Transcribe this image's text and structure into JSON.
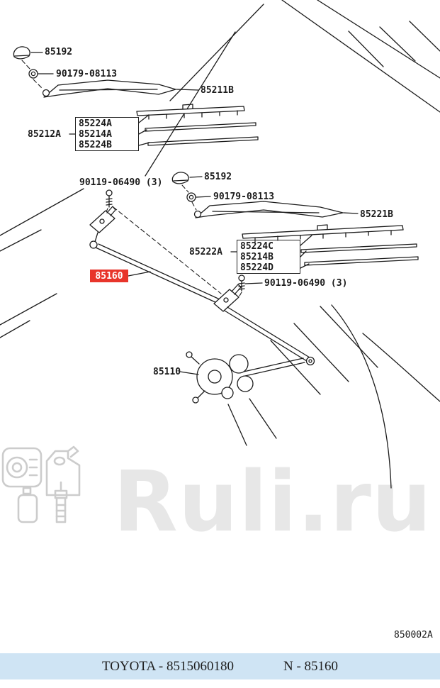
{
  "watermark": {
    "text": "Ruli.ru"
  },
  "diagram_code": "850002A",
  "footer": {
    "left": "TOYOTA - 8515060180",
    "right": "N - 85160"
  },
  "colors": {
    "highlight_red": "#e8352b",
    "footer_bg": "#cfe4f4",
    "watermark_gray": "#e7e7e7"
  },
  "parts": {
    "cap1": "85192",
    "nut1": "90179-08113",
    "arm1": "85211B",
    "group1": "85212A",
    "group1_rows": [
      "85224A",
      "85214A",
      "85224B"
    ],
    "bolt1": "90119-06490 (3)",
    "cap2": "85192",
    "nut2": "90179-08113",
    "arm2": "85221B",
    "group2": "85222A",
    "group2_rows": [
      "85224C",
      "85214B",
      "85224D"
    ],
    "linkage": "85160",
    "bolt2": "90119-06490 (3)",
    "motor": "85110"
  }
}
